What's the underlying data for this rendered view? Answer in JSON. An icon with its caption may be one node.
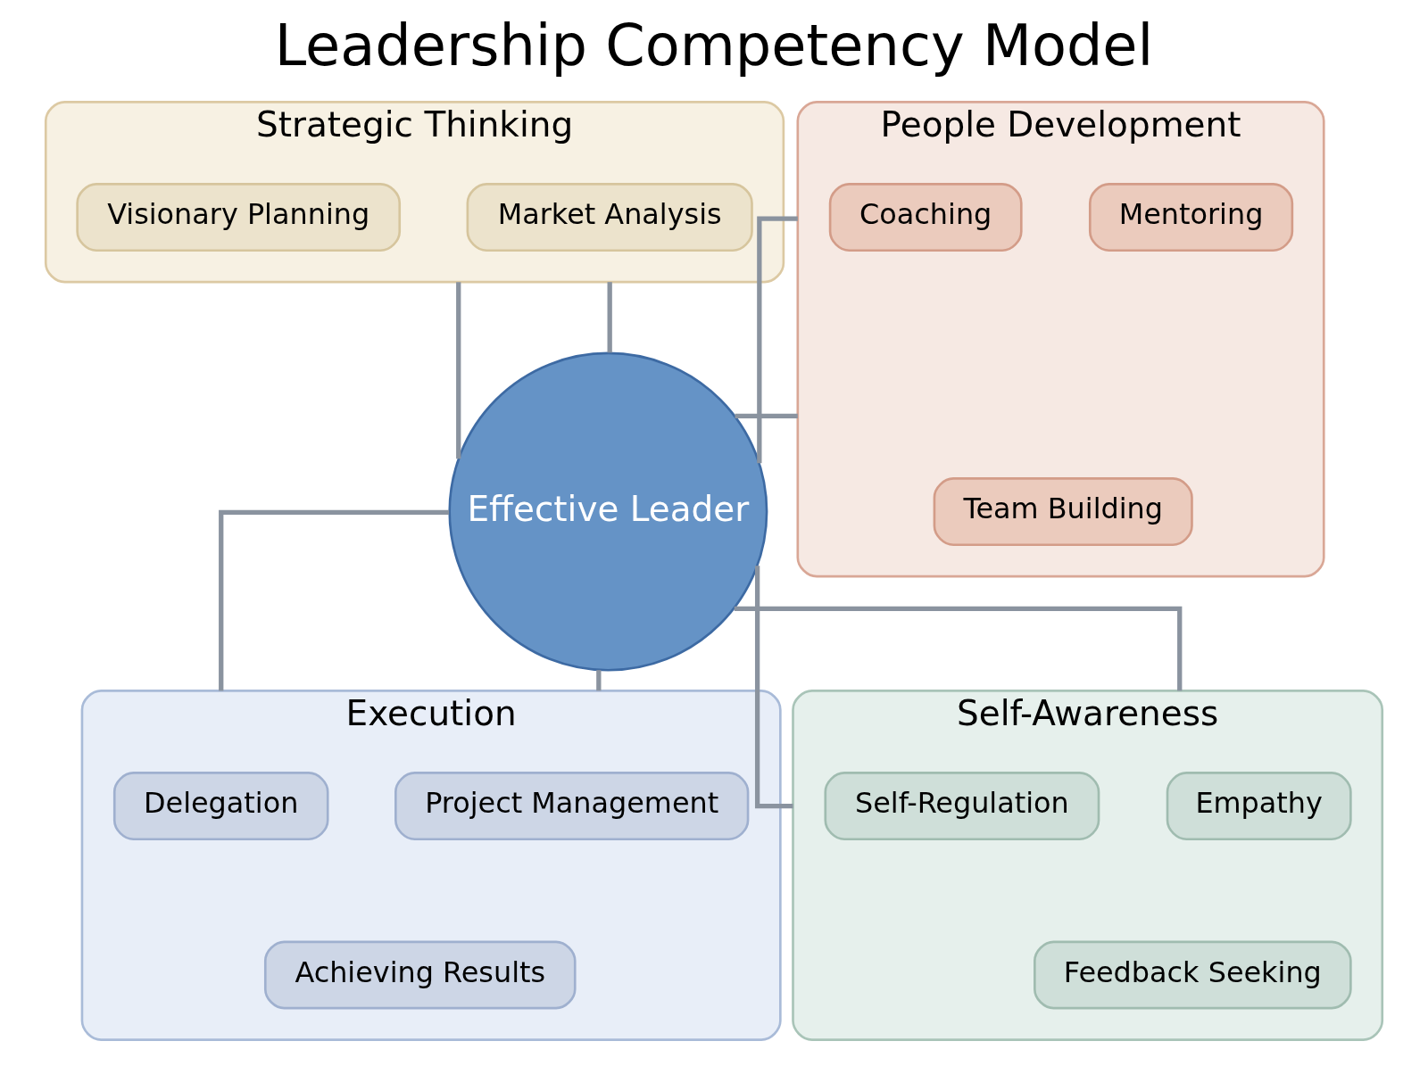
{
  "diagram": {
    "title": "Leadership Competency Model",
    "nodes": [
      {
        "text": [
          "Strategic Thinking"
        ]
      },
      {
        "text": [
          "Visionary Planning"
        ],
        "in": 0
      },
      {
        "text": [
          "Market Analysis"
        ],
        "in": 0
      },
      {
        "text": [
          "People Development"
        ]
      },
      {
        "text": [
          "Coaching"
        ],
        "in": 3
      },
      {
        "text": [
          "Mentoring"
        ],
        "in": 3
      },
      {
        "text": [
          "Team Building"
        ],
        "in": 3
      },
      {
        "text": [
          "Effective Leader"
        ]
      },
      {
        "text": [
          "Execution"
        ]
      },
      {
        "text": [
          "Delegation"
        ],
        "in": 8
      },
      {
        "text": [
          "Project Management"
        ],
        "in": 8
      },
      {
        "text": [
          "Achieving Results"
        ],
        "in": 8
      },
      {
        "text": [
          "Self-Awareness"
        ]
      },
      {
        "text": [
          "Self-Regulation"
        ],
        "in": 12
      },
      {
        "text": [
          "Empathy"
        ],
        "in": 12
      },
      {
        "text": [
          "Feedback Seeking"
        ],
        "in": 12
      }
    ],
    "edges": [
      {
        "from": 0,
        "to": 7,
        "arrow": "none"
      },
      {
        "from": 0,
        "to": 7,
        "arrow": "none"
      },
      {
        "from": 3,
        "to": 7,
        "arrow": "none"
      },
      {
        "from": 3,
        "to": 7,
        "arrow": "none"
      },
      {
        "from": 7,
        "to": 8,
        "arrow": "none"
      },
      {
        "from": 7,
        "to": 8,
        "arrow": "none"
      },
      {
        "from": 7,
        "to": 12,
        "arrow": "none"
      },
      {
        "from": 7,
        "to": 12,
        "arrow": "none"
      }
    ]
  }
}
